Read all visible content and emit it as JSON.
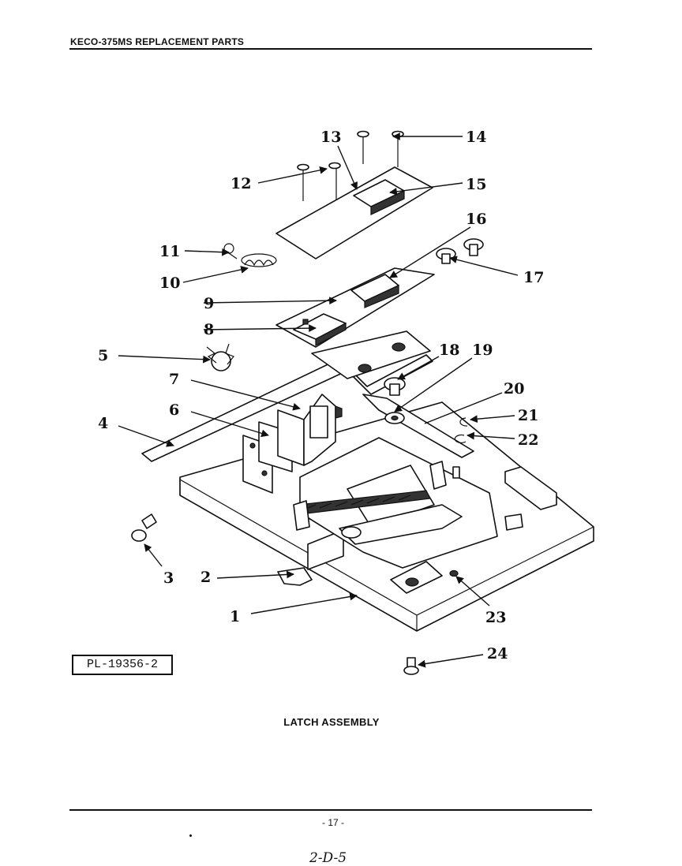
{
  "header": {
    "title": "KECO-375MS REPLACEMENT PARTS"
  },
  "plate_code": "PL-19356-2",
  "caption": "LATCH ASSEMBLY",
  "page_number": "- 17 -",
  "handwritten_note": "2-D-5",
  "callouts": [
    "1",
    "2",
    "3",
    "4",
    "5",
    "6",
    "7",
    "8",
    "9",
    "10",
    "11",
    "12",
    "13",
    "14",
    "15",
    "16",
    "17",
    "18",
    "19",
    "20",
    "21",
    "22",
    "23",
    "24"
  ]
}
